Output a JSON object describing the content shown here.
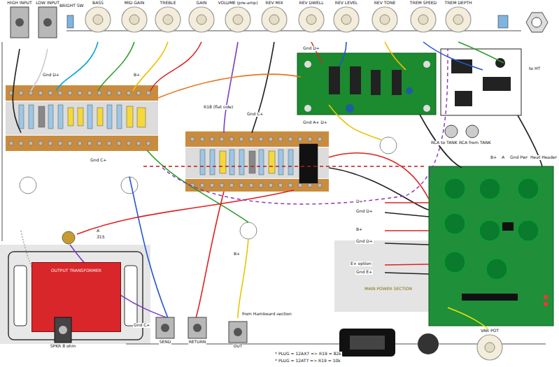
{
  "diagram": {
    "nodes": [
      {
        "text": [
          "BASS"
        ]
      },
      {
        "text": [
          "MID GAIN"
        ]
      },
      {
        "text": [
          "TREBLE"
        ]
      },
      {
        "text": [
          "GAIN"
        ]
      },
      {
        "text": [
          "VOLUME (pre-amp)"
        ]
      },
      {
        "text": [
          "REV MIX"
        ]
      },
      {
        "text": [
          "REV DWELL"
        ]
      },
      {
        "text": [
          "REV LEVEL"
        ]
      },
      {
        "text": [
          "REV TONE"
        ]
      },
      {
        "text": [
          "TREM SPEED"
        ]
      },
      {
        "text": [
          "TREM DEPTH"
        ]
      },
      {
        "text": [
          "HIGH INPUT"
        ]
      },
      {
        "text": [
          "LOW INPUT"
        ]
      },
      {
        "text": [
          "OUTPUT TRANSFORMER"
        ]
      },
      {
        "text": [
          "SPKR 8 ohm"
        ]
      },
      {
        "text": [
          "SEND"
        ]
      },
      {
        "text": [
          "RETURN"
        ]
      },
      {
        "text": [
          "OUT"
        ]
      },
      {
        "text": [
          "VAR POT"
        ]
      }
    ],
    "labels": [
      "BRIGHT SW",
      "Gnd D+",
      "B+",
      "Gnd C+",
      "R18 (flat side)",
      "Gnd C+",
      "Gnd D+",
      "Gnd A+ D+",
      "RCA to TANK",
      "RCA from TANK",
      "to HT",
      "B+",
      "A",
      "Gnd Pwr",
      "Heat Header",
      "D+",
      "Gnd D+",
      "B+",
      "Gnd D+",
      "E+ option",
      "Gnd E+",
      "MAIN POWER SECTION",
      "A",
      "315",
      "Gnd C+",
      "B+",
      "from Hamboard section",
      "* PLUG = 12AX7 => R19 = 82k",
      "* PLUG = 12AT7 => R19 = 10k"
    ]
  }
}
